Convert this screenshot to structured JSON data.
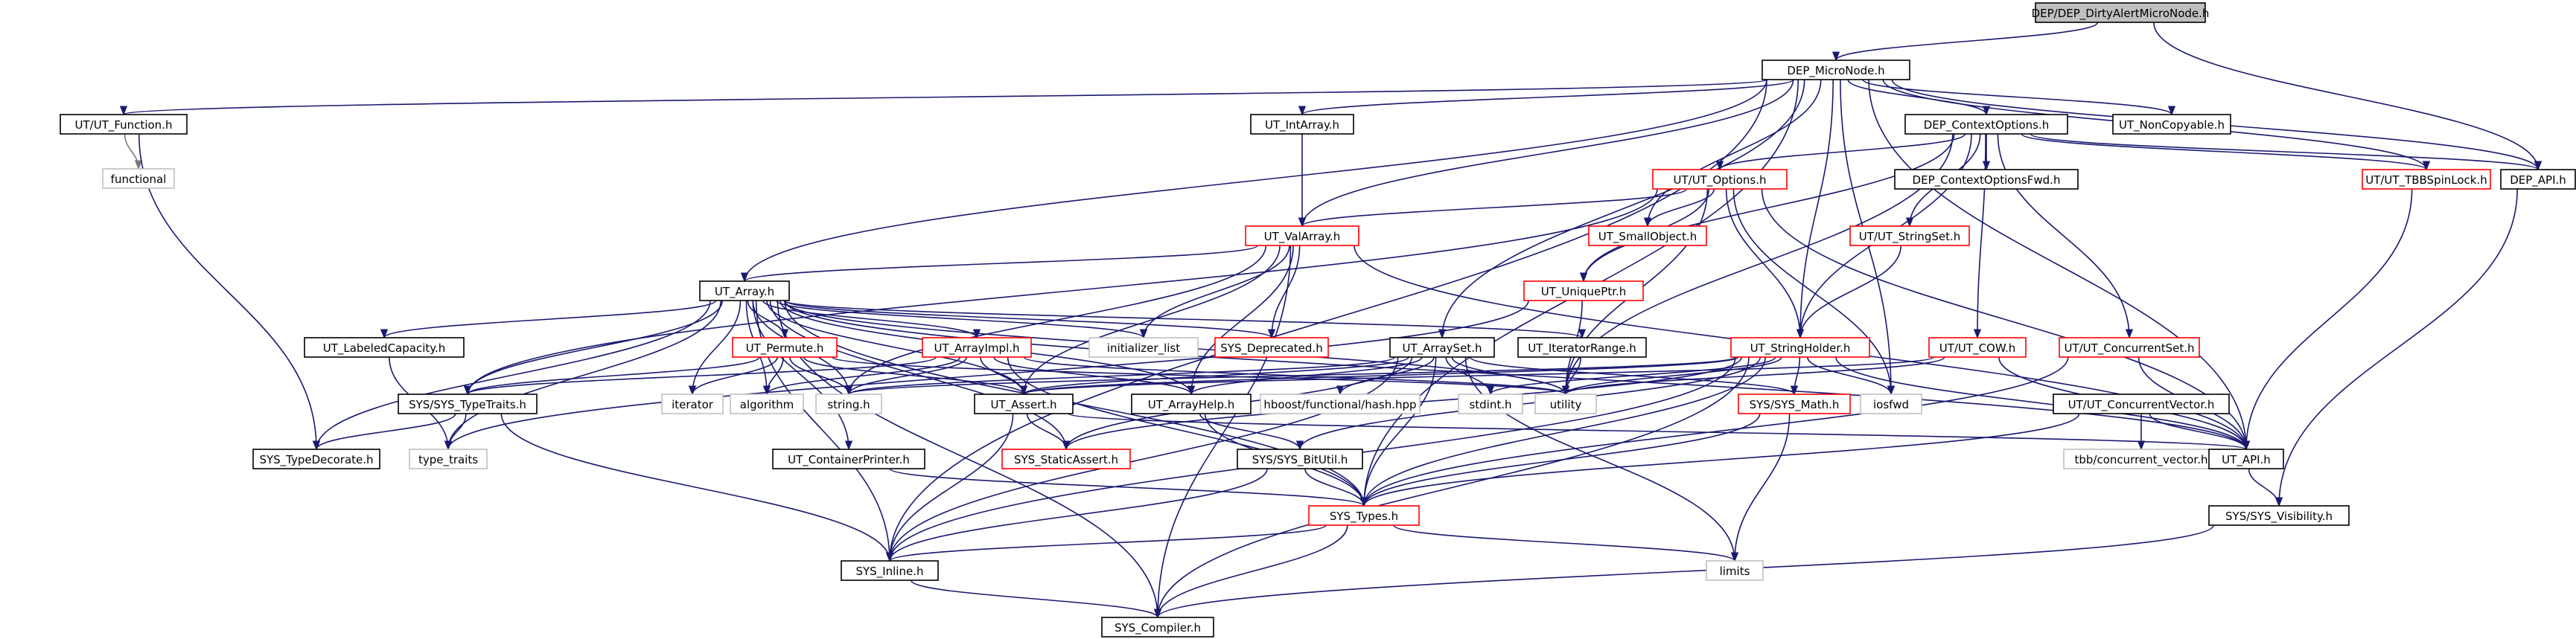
{
  "colors": {
    "edge": "#191970",
    "edge_light": "#7a7a7a",
    "root_fill": "#bfbfbf",
    "border_black": "#000000",
    "border_red": "#ff0000",
    "border_gray": "#bfbfbf",
    "text": "#000000"
  },
  "nodes": {
    "root": "DEP/DEP_DirtyAlertMicroNode.h",
    "micronode": "DEP_MicroNode.h",
    "function": "UT/UT_Function.h",
    "functional": "functional",
    "intarray": "UT_IntArray.h",
    "contextoptions": "DEP_ContextOptions.h",
    "noncopyable": "UT_NonCopyable.h",
    "options": "UT/UT_Options.h",
    "ctxoptfwd": "DEP_ContextOptionsFwd.h",
    "tbbspinlock": "UT/UT_TBBSpinLock.h",
    "depapi": "DEP_API.h",
    "valarray": "UT_ValArray.h",
    "smallobject": "UT_SmallObject.h",
    "stringset": "UT/UT_StringSet.h",
    "array": "UT_Array.h",
    "uniqueptr": "UT_UniquePtr.h",
    "labeledcapacity": "UT_LabeledCapacity.h",
    "permute": "UT_Permute.h",
    "arrayimpl": "UT_ArrayImpl.h",
    "initializer_list": "initializer_list",
    "deprecated": "SYS_Deprecated.h",
    "arrayset": "UT_ArraySet.h",
    "iteratorrange": "UT_IteratorRange.h",
    "stringholder": "UT_StringHolder.h",
    "cow": "UT/UT_COW.h",
    "concurrentset": "UT/UT_ConcurrentSet.h",
    "typetraits": "SYS/SYS_TypeTraits.h",
    "iterator": "iterator",
    "algorithm": "algorithm",
    "string": "string.h",
    "assert": "UT_Assert.h",
    "arrayhelp": "UT_ArrayHelp.h",
    "hash": "hboost/functional/hash.hpp",
    "stdint": "stdint.h",
    "utility": "utility",
    "sysmath": "SYS/SYS_Math.h",
    "iosfwd": "iosfwd",
    "concurrentvector": "UT/UT_ConcurrentVector.h",
    "typedecorate": "SYS_TypeDecorate.h",
    "type_traits": "type_traits",
    "containerprinter": "UT_ContainerPrinter.h",
    "staticassert": "SYS_StaticAssert.h",
    "bitutil": "SYS/SYS_BitUtil.h",
    "tbbvector": "tbb/concurrent_vector.h",
    "utapi": "UT_API.h",
    "systypes": "SYS_Types.h",
    "visibility": "SYS/SYS_Visibility.h",
    "sysinline": "SYS_Inline.h",
    "limits": "limits",
    "compiler": "SYS_Compiler.h"
  }
}
